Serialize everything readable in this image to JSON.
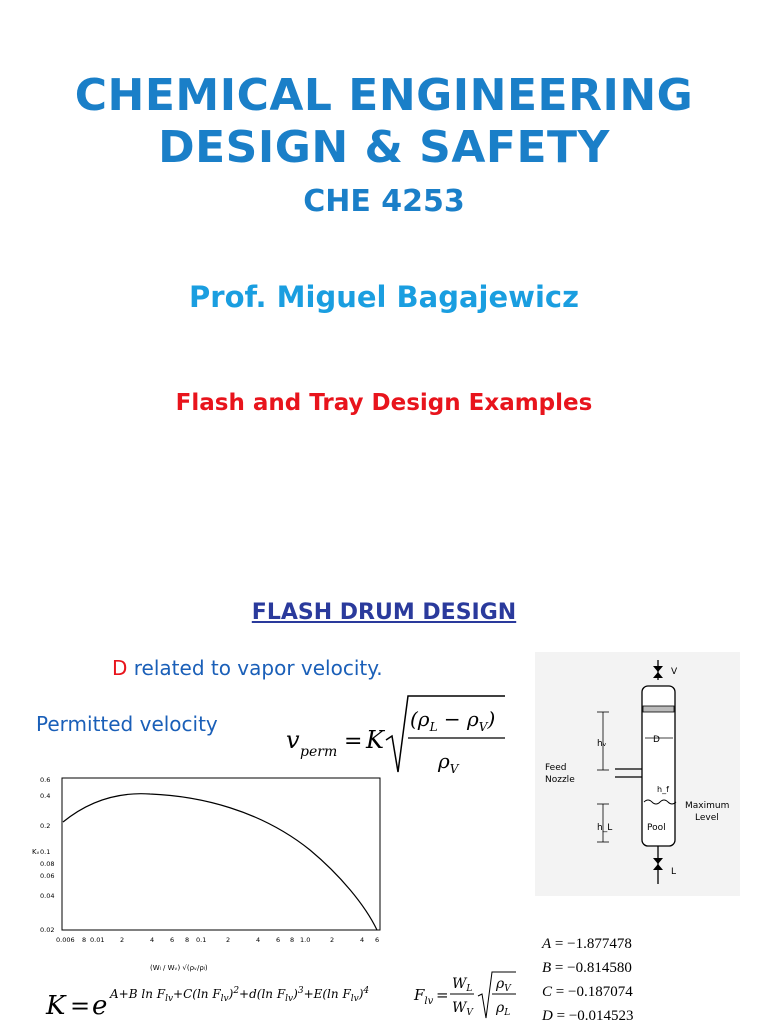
{
  "title": {
    "line1": "CHEMICAL ENGINEERING",
    "line2": "DESIGN & SAFETY",
    "course": "CHE 4253",
    "professor": "Prof. Miguel Bagajewicz",
    "subtitle": "Flash and Tray Design Examples"
  },
  "section": {
    "heading": "FLASH DRUM DESIGN",
    "d_letter": "D",
    "d_text": "related to vapor velocity.",
    "permitted_label": "Permitted velocity"
  },
  "colors": {
    "title_blue": "#1a7fc8",
    "subtitle_red": "#e8141c",
    "heading_navy": "#2a3a9c"
  },
  "graph": {
    "y_axis_label": "Kᵥ",
    "y_ticks": [
      "0.6",
      "0.4",
      "0.2",
      "0.1",
      "0.08",
      "0.06",
      "0.04",
      "0.02"
    ],
    "x_ticks": [
      "0.006",
      "8",
      "0.01",
      "2",
      "4",
      "6",
      "8",
      "0.1",
      "2",
      "4",
      "6",
      "8",
      "1.0",
      "2",
      "4",
      "6"
    ],
    "x_axis_label": "(Wₗ / Wᵥ) √(ρᵥ/ρₗ)"
  },
  "diagram": {
    "labels": {
      "top_outlet": "V",
      "height_vapor": "hᵥ",
      "diameter": "D",
      "feed_line1": "Feed",
      "feed_line2": "Nozzle",
      "height_f": "h_f",
      "max_line1": "Maximum",
      "max_line2": "Level",
      "height_liquid": "h_L",
      "pool": "Pool",
      "bottom_outlet": "L"
    }
  },
  "coefficients": [
    {
      "name": "A",
      "value": "−1.877478"
    },
    {
      "name": "B",
      "value": "−0.814580"
    },
    {
      "name": "C",
      "value": "−0.187074"
    },
    {
      "name": "D",
      "value": "−0.014523"
    }
  ]
}
